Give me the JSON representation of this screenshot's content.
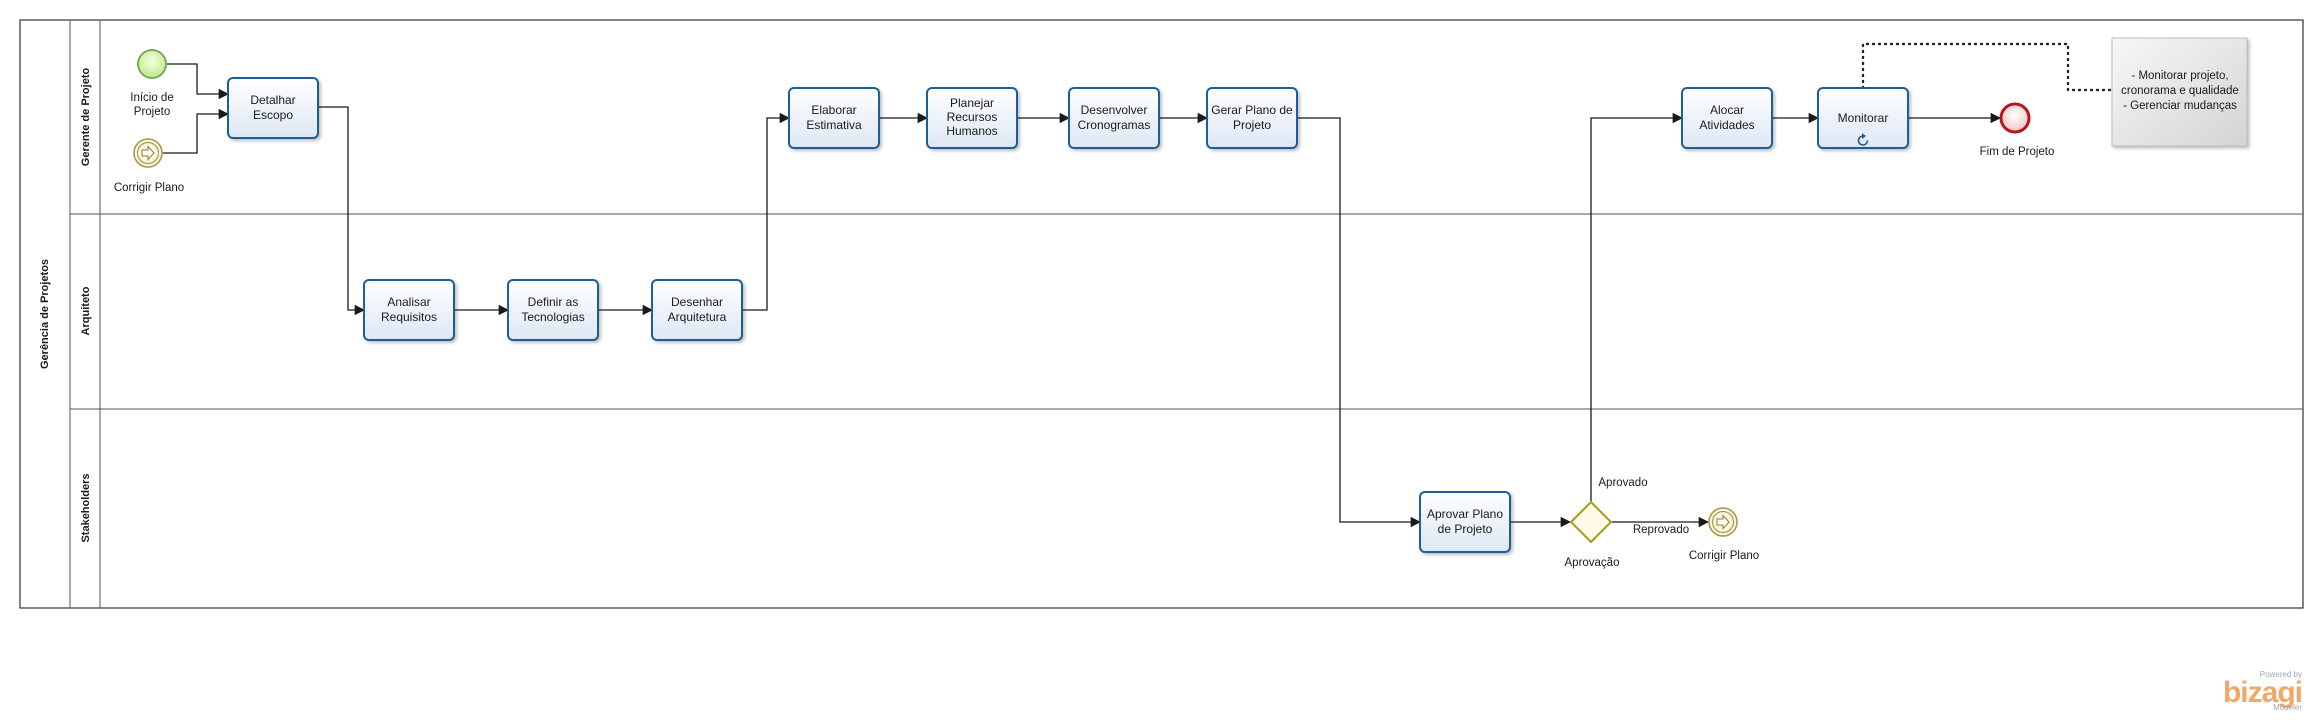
{
  "pool": {
    "name": "Gerência de Projetos"
  },
  "lanes": [
    {
      "id": "gerente",
      "name": "Gerente de Projeto"
    },
    {
      "id": "arquiteto",
      "name": "Arquiteto"
    },
    {
      "id": "stakeholders",
      "name": "Stakeholders"
    }
  ],
  "events": {
    "start": "Início de Projeto",
    "start_line1": "Início de",
    "start_line2": "Projeto",
    "corrigir_plano_top": "Corrigir Plano",
    "end": "Fim de Projeto",
    "corrigir_plano_bottom": "Corrigir Plano"
  },
  "tasks": {
    "detalhar_escopo": [
      "Detalhar",
      "Escopo"
    ],
    "analisar_requisitos": [
      "Analisar",
      "Requisitos"
    ],
    "definir_tecnologias": [
      "Definir as",
      "Tecnologias"
    ],
    "desenhar_arquitetura": [
      "Desenhar",
      "Arquitetura"
    ],
    "elaborar_estimativa": [
      "Elaborar",
      "Estimativa"
    ],
    "planejar_recursos": [
      "Planejar",
      "Recursos",
      "Humanos"
    ],
    "desenvolver_cronogramas": [
      "Desenvolver",
      "Cronogramas"
    ],
    "gerar_plano": [
      "Gerar Plano de",
      "Projeto"
    ],
    "aprovar_plano": [
      "Aprovar Plano",
      "de Projeto"
    ],
    "alocar_atividades": [
      "Alocar",
      "Atividades"
    ],
    "monitorar": [
      "Monitorar"
    ]
  },
  "gateway": {
    "name": "Aprovação",
    "yes_label": "Aprovado",
    "no_label": "Reprovado"
  },
  "annotation": {
    "lines": [
      "- Monitorar projeto,",
      "cronorama e qualidade",
      "- Gerenciar mudanças"
    ]
  },
  "branding": {
    "powered": "Powered by",
    "brand": "bizagi",
    "modeler": "Modeler"
  },
  "colors": {
    "task_border": "#1f5f98",
    "start_fill": "#d9f2b3",
    "start_stroke": "#6aa84f",
    "end_stroke": "#b7161d",
    "intermediate_stroke": "#a89a48",
    "gateway_stroke": "#a89a1a",
    "gateway_fill": "#fffbe8"
  }
}
